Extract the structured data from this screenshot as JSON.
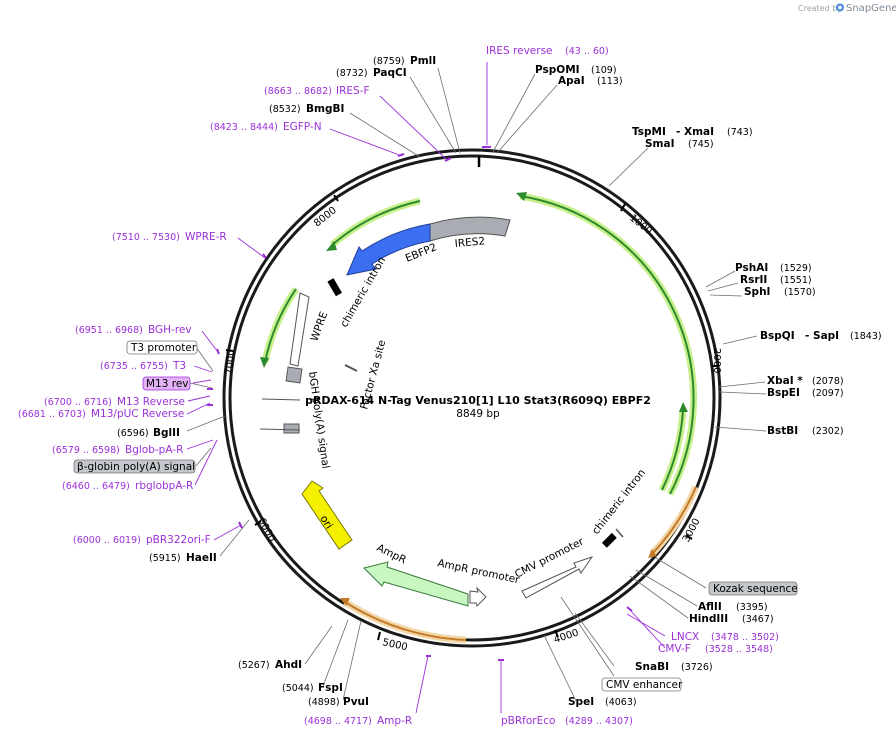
{
  "branding": {
    "created_by": "Created by",
    "app_name": "SnapGene"
  },
  "plasmid": {
    "name": "pRDAX-614   N-Tag Venus210[1] L10 Stat3(R609Q) EBPF2",
    "length": "8849 bp",
    "total_bp": 8849
  },
  "ticks": [
    "1000",
    "2000",
    "3000",
    "4000",
    "5000",
    "6000",
    "7000",
    "8000"
  ],
  "sites": [
    {
      "name": "PmlI",
      "pos": "(8759)"
    },
    {
      "name": "PaqCI",
      "pos": "(8732)"
    },
    {
      "name": "BmgBI",
      "pos": "(8532)"
    },
    {
      "name": "PspOMI",
      "pos": "(109)"
    },
    {
      "name": "ApaI",
      "pos": "(113)"
    },
    {
      "name": "TspMI",
      "pos": ""
    },
    {
      "name": "- XmaI",
      "pos": "(743)"
    },
    {
      "name": "SmaI",
      "pos": "(745)"
    },
    {
      "name": "PshAI",
      "pos": "(1529)"
    },
    {
      "name": "RsrII",
      "pos": "(1551)"
    },
    {
      "name": "SphI",
      "pos": "(1570)"
    },
    {
      "name": "BspQI",
      "pos": ""
    },
    {
      "name": "- SapI",
      "pos": "(1843)"
    },
    {
      "name": "XbaI *",
      "pos": "(2078)"
    },
    {
      "name": "BspEI",
      "pos": "(2097)"
    },
    {
      "name": "BstBI",
      "pos": "(2302)"
    },
    {
      "name": "AflII",
      "pos": "(3395)"
    },
    {
      "name": "HindIII",
      "pos": "(3467)"
    },
    {
      "name": "SnaBI",
      "pos": "(3726)"
    },
    {
      "name": "SpeI",
      "pos": "(4063)"
    },
    {
      "name": "PvuI",
      "pos": "(4898)"
    },
    {
      "name": "FspI",
      "pos": "(5044)"
    },
    {
      "name": "AhdI",
      "pos": "(5267)"
    },
    {
      "name": "HaeII",
      "pos": "(5915)"
    },
    {
      "name": "BglII",
      "pos": "(6596)"
    }
  ],
  "primers": [
    {
      "name": "IRES reverse",
      "pos": "(43 .. 60)"
    },
    {
      "name": "IRES-F",
      "pos": "(8663 .. 8682)"
    },
    {
      "name": "EGFP-N",
      "pos": "(8423 .. 8444)"
    },
    {
      "name": "WPRE-R",
      "pos": "(7510 .. 7530)"
    },
    {
      "name": "BGH-rev",
      "pos": "(6951 .. 6968)"
    },
    {
      "name": "T3",
      "pos": "(6735 .. 6755)"
    },
    {
      "name": "M13 Reverse",
      "pos": "(6700 .. 6716)"
    },
    {
      "name": "M13/pUC Reverse",
      "pos": "(6681 .. 6703)"
    },
    {
      "name": "Bglob-pA-R",
      "pos": "(6579 .. 6598)"
    },
    {
      "name": "rbglobpA-R",
      "pos": "(6460 .. 6479)"
    },
    {
      "name": "pBR322ori-F",
      "pos": "(6000 .. 6019)"
    },
    {
      "name": "Amp-R",
      "pos": "(4698 .. 4717)"
    },
    {
      "name": "pBRforEco",
      "pos": "(4289 .. 4307)"
    },
    {
      "name": "CMV-F",
      "pos": "(3528 .. 3548)"
    },
    {
      "name": "LNCX",
      "pos": "(3478 .. 3502)"
    }
  ],
  "boxed_labels": [
    {
      "name": "T3 promoter"
    },
    {
      "name": "M13 rev"
    },
    {
      "name": "β-globin poly(A) signal"
    },
    {
      "name": "Kozak sequence"
    },
    {
      "name": "CMV enhancer"
    }
  ],
  "features": [
    {
      "name": "IRES2"
    },
    {
      "name": "EBFP2"
    },
    {
      "name": "chimeric intron"
    },
    {
      "name": "WPRE"
    },
    {
      "name": "Factor Xa site"
    },
    {
      "name": "bGH poly(A) signal"
    },
    {
      "name": "ori"
    },
    {
      "name": "AmpR"
    },
    {
      "name": "AmpR promoter"
    },
    {
      "name": "CMV promoter"
    },
    {
      "name": "chimeric intron"
    }
  ],
  "colors": {
    "primer": "#9b30d9",
    "ebfp2": "#3b6ef0",
    "ires2": "#a9adb3",
    "ori": "#f5f000",
    "ampr": "#c9f7c1",
    "orf_arrow": "#2c8a2c",
    "orf_glow": "#c7f08c",
    "primer_orange": "#c57a2a"
  }
}
